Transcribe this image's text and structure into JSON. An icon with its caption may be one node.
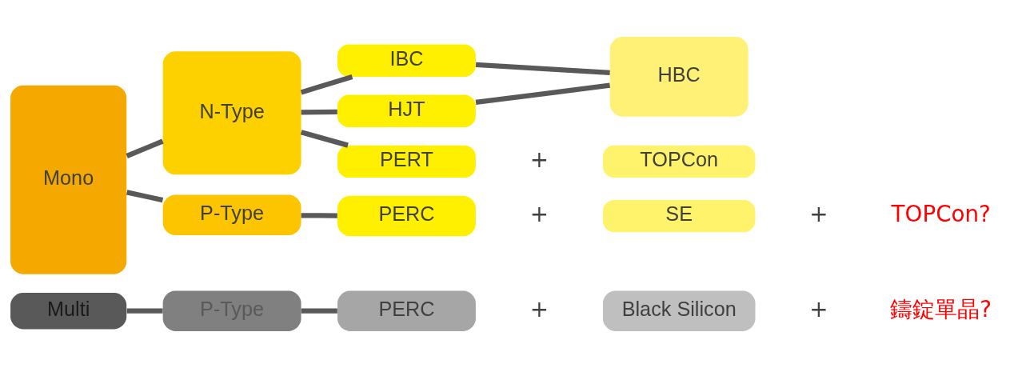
{
  "diagram": {
    "nodes": [
      {
        "text": [
          "Mono"
        ]
      },
      {
        "text": [
          "N-Type"
        ]
      },
      {
        "text": [
          "IBC"
        ]
      },
      {
        "text": [
          "HJT"
        ]
      },
      {
        "text": [
          "PERT"
        ]
      },
      {
        "text": [
          "HBC"
        ]
      },
      {
        "text": [
          "TOPCon"
        ]
      },
      {
        "text": [
          "P-Type"
        ]
      },
      {
        "text": [
          "PERC"
        ]
      },
      {
        "text": [
          "SE"
        ]
      },
      {
        "text": [
          "Multi"
        ]
      },
      {
        "text": [
          "P-Type"
        ]
      },
      {
        "text": [
          "PERC"
        ]
      },
      {
        "text": [
          "Black Silicon"
        ]
      }
    ],
    "edges": [
      {
        "from": 0,
        "to": 1,
        "arrow": "none"
      },
      {
        "from": 1,
        "to": 2,
        "arrow": "none"
      },
      {
        "from": 1,
        "to": 3,
        "arrow": "none"
      },
      {
        "from": 1,
        "to": 4,
        "arrow": "none"
      },
      {
        "from": 2,
        "to": 5,
        "arrow": "none"
      },
      {
        "from": 3,
        "to": 5,
        "arrow": "none"
      },
      {
        "from": 0,
        "to": 7,
        "arrow": "none"
      },
      {
        "from": 7,
        "to": 8,
        "arrow": "none"
      },
      {
        "from": 10,
        "to": 11,
        "arrow": "none"
      },
      {
        "from": 11,
        "to": 12,
        "arrow": "none"
      }
    ],
    "labels": [
      "+",
      "+",
      "+",
      "TOPCon?",
      "+",
      "+",
      "鑄錠單晶?"
    ]
  }
}
